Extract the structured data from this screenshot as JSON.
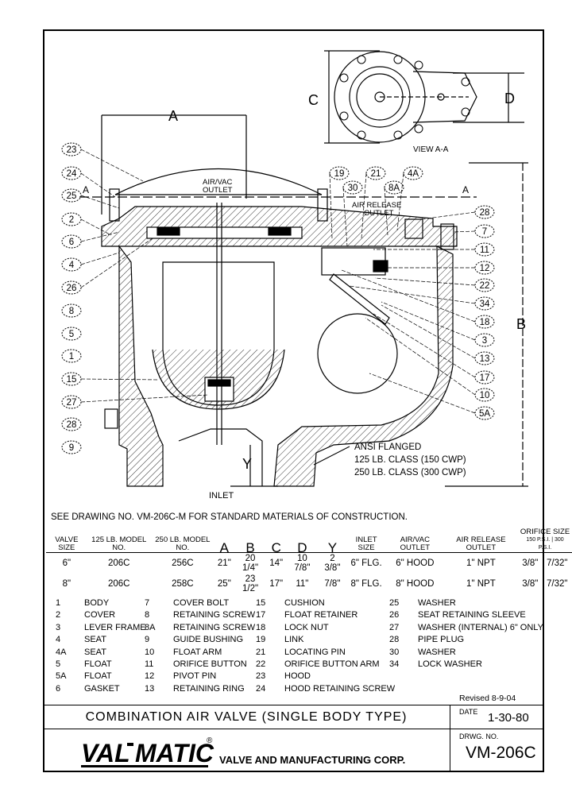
{
  "view_label": "VIEW A-A",
  "dims": {
    "A": "A",
    "B": "B",
    "C": "C",
    "D": "D",
    "Y": "Y",
    "section": "A"
  },
  "callouts_left": [
    "23",
    "24",
    "25",
    "2",
    "6",
    "4",
    "26",
    "8",
    "5",
    "1",
    "15",
    "27",
    "28",
    "9"
  ],
  "callouts_right": [
    "28",
    "7",
    "11",
    "12",
    "22",
    "34",
    "18",
    "3",
    "13",
    "17",
    "10",
    "5A"
  ],
  "callouts_top": [
    "19",
    "21",
    "4A",
    "30",
    "8A"
  ],
  "labels": {
    "air_vac_outlet": "AIR/VAC\nOUTLET",
    "air_release_outlet": "AIR RELEASE\nOUTLET",
    "inlet": "INLET",
    "ansi_1": "ANSI FLANGED",
    "ansi_2": "125 LB. CLASS (150 CWP)",
    "ansi_3": "250 LB. CLASS (300 CWP)"
  },
  "note": "SEE DRAWING NO. VM-206C-M FOR STANDARD MATERIALS OF CONSTRUCTION.",
  "table": {
    "headers": {
      "valve_size": "VALVE SIZE",
      "model125": "125 LB. MODEL NO.",
      "model250": "250 LB. MODEL NO.",
      "a": "A",
      "b": "B",
      "c": "C",
      "d": "D",
      "y": "Y",
      "inlet_size": "INLET SIZE",
      "airvac": "AIR/VAC OUTLET",
      "airrel": "AIR RELEASE OUTLET",
      "orifice": "ORIFICE SIZE",
      "psi150": "150 P.S.I.",
      "psi300": "300 P.S.I."
    },
    "rows": [
      {
        "size": "6\"",
        "m125": "206C",
        "m250": "256C",
        "a": "21\"",
        "b": "20 1/4\"",
        "c": "14\"",
        "d": "10 7/8\"",
        "y": "2 3/8\"",
        "inlet": "6\" FLG.",
        "airvac": "6\" HOOD",
        "airrel": "1\" NPT",
        "o150": "3/8\"",
        "o300": "7/32\""
      },
      {
        "size": "8\"",
        "m125": "206C",
        "m250": "258C",
        "a": "25\"",
        "b": "23 1/2\"",
        "c": "17\"",
        "d": "11\"",
        "y": "7/8\"",
        "inlet": "8\" FLG.",
        "airvac": "8\" HOOD",
        "airrel": "1\" NPT",
        "o150": "3/8\"",
        "o300": "7/32\""
      }
    ]
  },
  "parts": [
    [
      [
        "1",
        "BODY"
      ],
      [
        "2",
        "COVER"
      ],
      [
        "3",
        "LEVER FRAME"
      ],
      [
        "4",
        "SEAT"
      ],
      [
        "4A",
        "SEAT"
      ],
      [
        "5",
        "FLOAT"
      ],
      [
        "5A",
        "FLOAT"
      ],
      [
        "6",
        "GASKET"
      ]
    ],
    [
      [
        "7",
        "COVER BOLT"
      ],
      [
        "8",
        "RETAINING SCREW"
      ],
      [
        "8A",
        "RETAINING SCREW"
      ],
      [
        "9",
        "GUIDE BUSHING"
      ],
      [
        "10",
        "FLOAT ARM"
      ],
      [
        "11",
        "ORIFICE BUTTON"
      ],
      [
        "12",
        "PIVOT PIN"
      ],
      [
        "13",
        "RETAINING RING"
      ]
    ],
    [
      [
        "15",
        "CUSHION"
      ],
      [
        "17",
        "FLOAT RETAINER"
      ],
      [
        "18",
        "LOCK NUT"
      ],
      [
        "19",
        "LINK"
      ],
      [
        "21",
        "LOCATING PIN"
      ],
      [
        "22",
        "ORIFICE BUTTON ARM"
      ],
      [
        "23",
        "HOOD"
      ],
      [
        "24",
        "HOOD RETAINING SCREW"
      ]
    ],
    [
      [
        "25",
        "WASHER"
      ],
      [
        "26",
        "SEAT RETAINING SLEEVE"
      ],
      [
        "27",
        "WASHER (INTERNAL) 6\" ONLY"
      ],
      [
        "28",
        "PIPE PLUG"
      ],
      [
        "30",
        "WASHER"
      ],
      [
        "34",
        "LOCK WASHER"
      ]
    ]
  ],
  "revised": "Revised 8-9-04",
  "title": "COMBINATION AIR VALVE (SINGLE BODY TYPE)",
  "date_label": "DATE",
  "date": "1-30-80",
  "drwg_label": "DRWG. NO.",
  "drwg_no": "VM-206C",
  "logo_left": "VAL",
  "logo_right": "MATIC",
  "logo_reg": "®",
  "company": "VALVE AND MANUFACTURING CORP."
}
